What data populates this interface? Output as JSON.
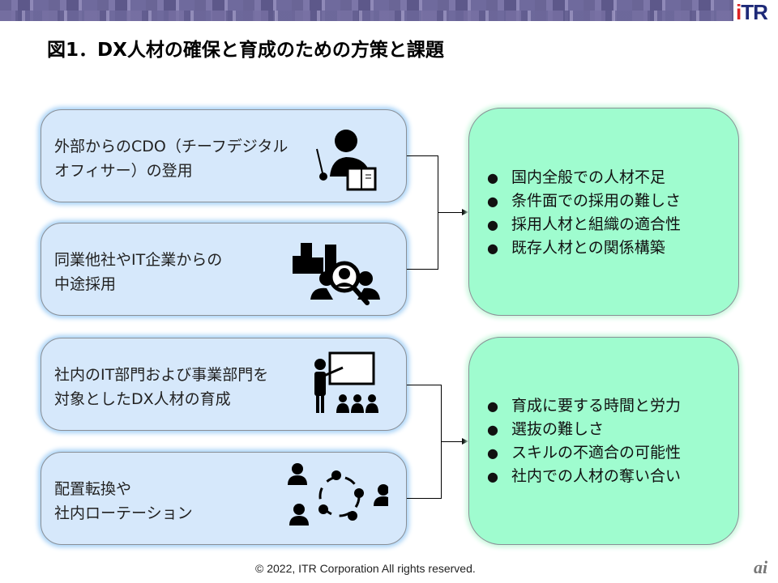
{
  "header": {
    "logo": "ITR",
    "title": "図1．DX人材の確保と育成のための方策と課題"
  },
  "measures": [
    {
      "line1": "外部からのCDO（チーフデジタル",
      "line2": "オフィサー）の登用",
      "icon": "presenter-icon"
    },
    {
      "line1": "同業他社やIT企業からの",
      "line2": "中途採用",
      "icon": "buildings-search-people-icon"
    },
    {
      "line1": "社内のIT部門および事業部門を",
      "line2": "対象としたDX人材の育成",
      "icon": "teacher-whiteboard-icon"
    },
    {
      "line1": "配置転換や",
      "line2": "社内ローテーション",
      "icon": "people-rotation-icon"
    }
  ],
  "issues": [
    {
      "items": [
        "国内全般での人材不足",
        "条件面での採用の難しさ",
        "採用人材と組織の適合性",
        "既存人材との関係構築"
      ]
    },
    {
      "items": [
        "育成に要する時間と労力",
        "選抜の難しさ",
        "スキルの不適合の可能性",
        "社内での人材の奪い合い"
      ]
    }
  ],
  "footer": {
    "copyright": "© 2022, ITR  Corporation  All rights reserved.",
    "watermark": "ai"
  },
  "colors": {
    "measure_bg": "#d6e8fb",
    "issue_bg": "#9ffccf",
    "logo": "#1e2a78"
  }
}
